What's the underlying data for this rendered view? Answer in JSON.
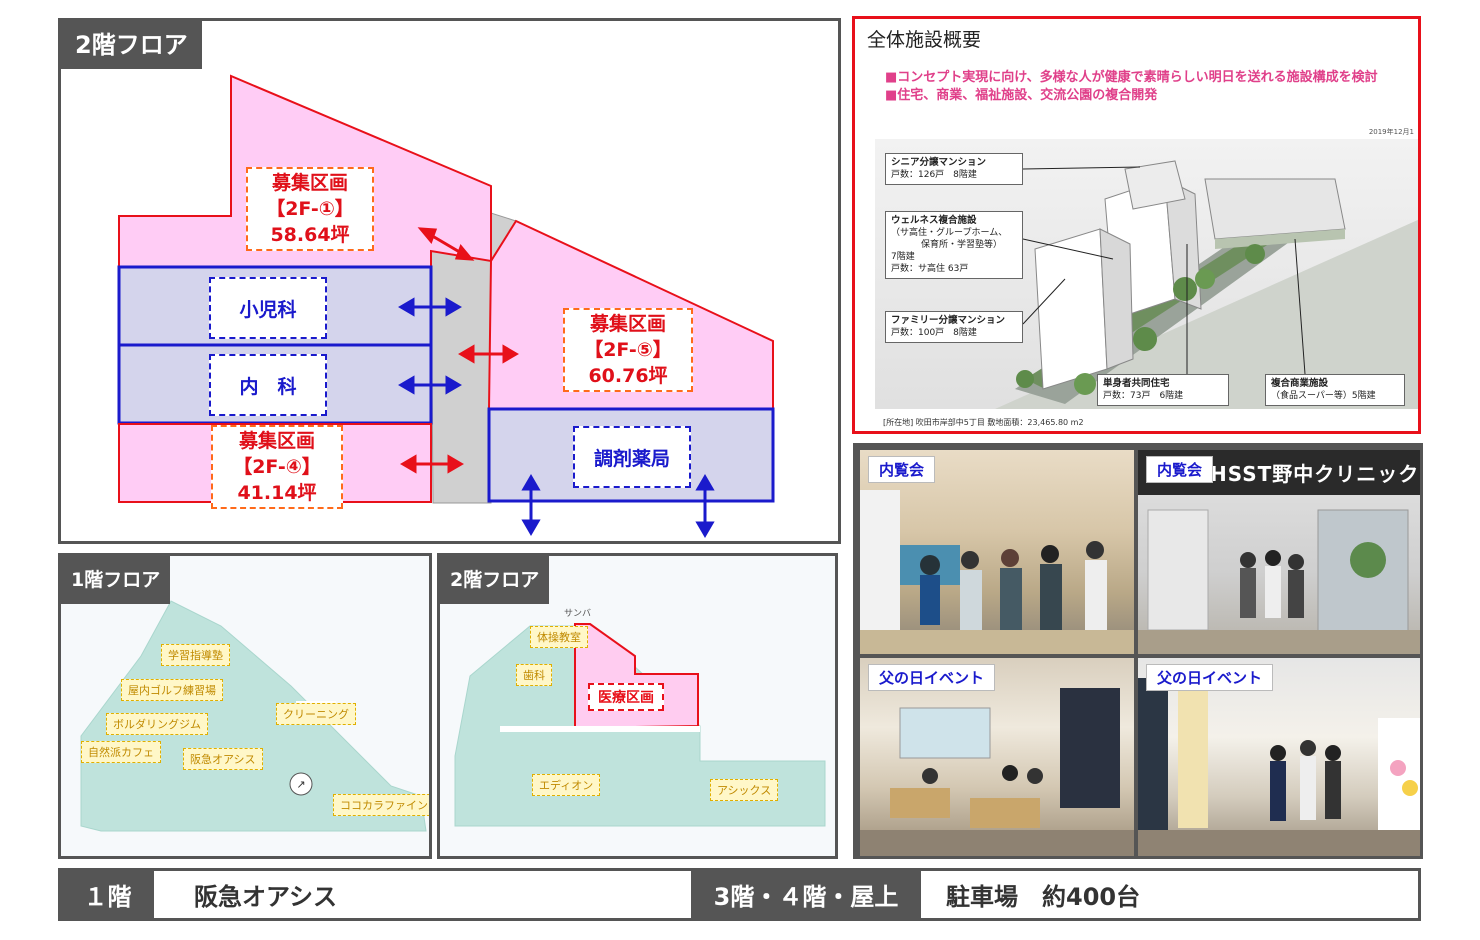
{
  "main_floor": {
    "title": "2階フロア",
    "sections": {
      "s1": {
        "line1": "募集区画",
        "line2": "【2F-①】",
        "line3": "58.64坪"
      },
      "s5": {
        "line1": "募集区画",
        "line2": "【2F-⑤】",
        "line3": "60.76坪"
      },
      "s4": {
        "line1": "募集区画",
        "line2": "【2F-④】",
        "line3": "41.14坪"
      }
    },
    "pediatrics": "小児科",
    "internal": "内　科",
    "pharmacy": "調剤薬局"
  },
  "overview": {
    "title": "全体施設概要",
    "bullets": [
      "■コンセプト実現に向け、多様な人が健康で素晴らしい明日を送れる施設構成を検討",
      "■住宅、商業、福祉施設、交流公園の複合開発"
    ],
    "date": "2019年12月1",
    "buildings": [
      {
        "name": "シニア分譲マンション",
        "detail": "戸数：126戸　8階建"
      },
      {
        "name": "ウェルネス複合施設",
        "detail": "（サ高住・グループホーム、",
        "detail2": "保育所・学習塾等）",
        "detail3": "7階建",
        "detail4": "戸数：サ高住 63戸"
      },
      {
        "name": "ファミリー分譲マンション",
        "detail": "戸数：100戸　8階建"
      },
      {
        "name": "単身者共同住宅",
        "detail": "戸数：73戸　6階建"
      },
      {
        "name": "複合商業施設",
        "detail": "（食品スーパー等）5階建"
      }
    ],
    "footer": "[所在地] 吹田市岸部中5丁目 敷地面積：23,465.80 m2"
  },
  "photos": {
    "p1": "内覧会",
    "p2": "内覧会",
    "p2_sign": "HSST野中クリニック",
    "p3": "父の日イベント",
    "p4": "父の日イベント"
  },
  "floor1": {
    "title": "1階フロア",
    "chips": [
      "学習指導塾",
      "屋内ゴルフ練習場",
      "ボルダリングジム",
      "自然派カフェ",
      "阪急オアシス",
      "クリーニング",
      "ココカラファイン"
    ]
  },
  "floor2s": {
    "title": "2階フロア",
    "chips": [
      "体操教室",
      "歯科",
      "エディオン",
      "アシックス"
    ],
    "medical": "医療区画",
    "top_text": "サンバ"
  },
  "bottom": {
    "f1_label": "１階",
    "f1_value": "阪急オアシス",
    "f3_label": "3階・４階・屋上",
    "f3_value": "駐車場　約400台"
  }
}
